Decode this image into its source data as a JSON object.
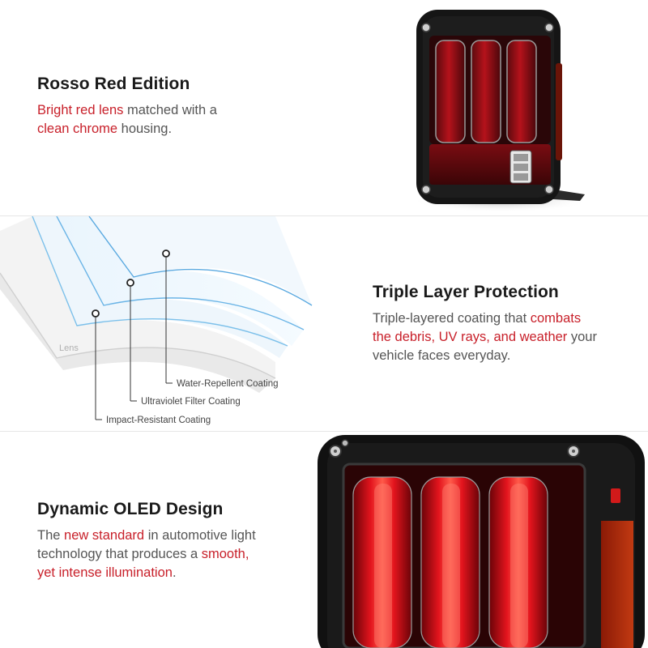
{
  "sections": [
    {
      "title": "Rosso Red Edition",
      "desc": [
        {
          "text": "Bright red lens",
          "highlight": true
        },
        {
          "text": " matched with a ",
          "highlight": false
        },
        {
          "br": true
        },
        {
          "text": "clean chrome",
          "highlight": true
        },
        {
          "text": " housing.",
          "highlight": false
        }
      ]
    },
    {
      "title": "Triple Layer Protection",
      "desc": [
        {
          "text": "Triple-layered coating that ",
          "highlight": false
        },
        {
          "text": "combats",
          "highlight": true
        },
        {
          "br": true
        },
        {
          "text": "the debris, UV rays, and weather",
          "highlight": true
        },
        {
          "text": " your",
          "highlight": false
        },
        {
          "br": true
        },
        {
          "text": "vehicle faces everyday.",
          "highlight": false
        }
      ]
    },
    {
      "title": "Dynamic OLED Design",
      "desc": [
        {
          "text": "The ",
          "highlight": false
        },
        {
          "text": "new standard",
          "highlight": true
        },
        {
          "text": " in automotive light",
          "highlight": false
        },
        {
          "br": true
        },
        {
          "text": "technology that produces a ",
          "highlight": false
        },
        {
          "text": "smooth,",
          "highlight": true
        },
        {
          "br": true
        },
        {
          "text": "yet intense illumination",
          "highlight": true
        },
        {
          "text": ".",
          "highlight": false
        }
      ]
    }
  ],
  "diagram": {
    "lens_label": "Lens",
    "coatings": [
      "Water-Repellent Coating",
      "Ultraviolet Filter Coating",
      "Impact-Resistant Coating"
    ]
  },
  "colors": {
    "accent": "#c8202a",
    "title": "#1a1a1a",
    "body": "#555555",
    "lamp_red": "#d0141e",
    "housing": "#141414",
    "layer_blue": "#5aa9e0"
  }
}
